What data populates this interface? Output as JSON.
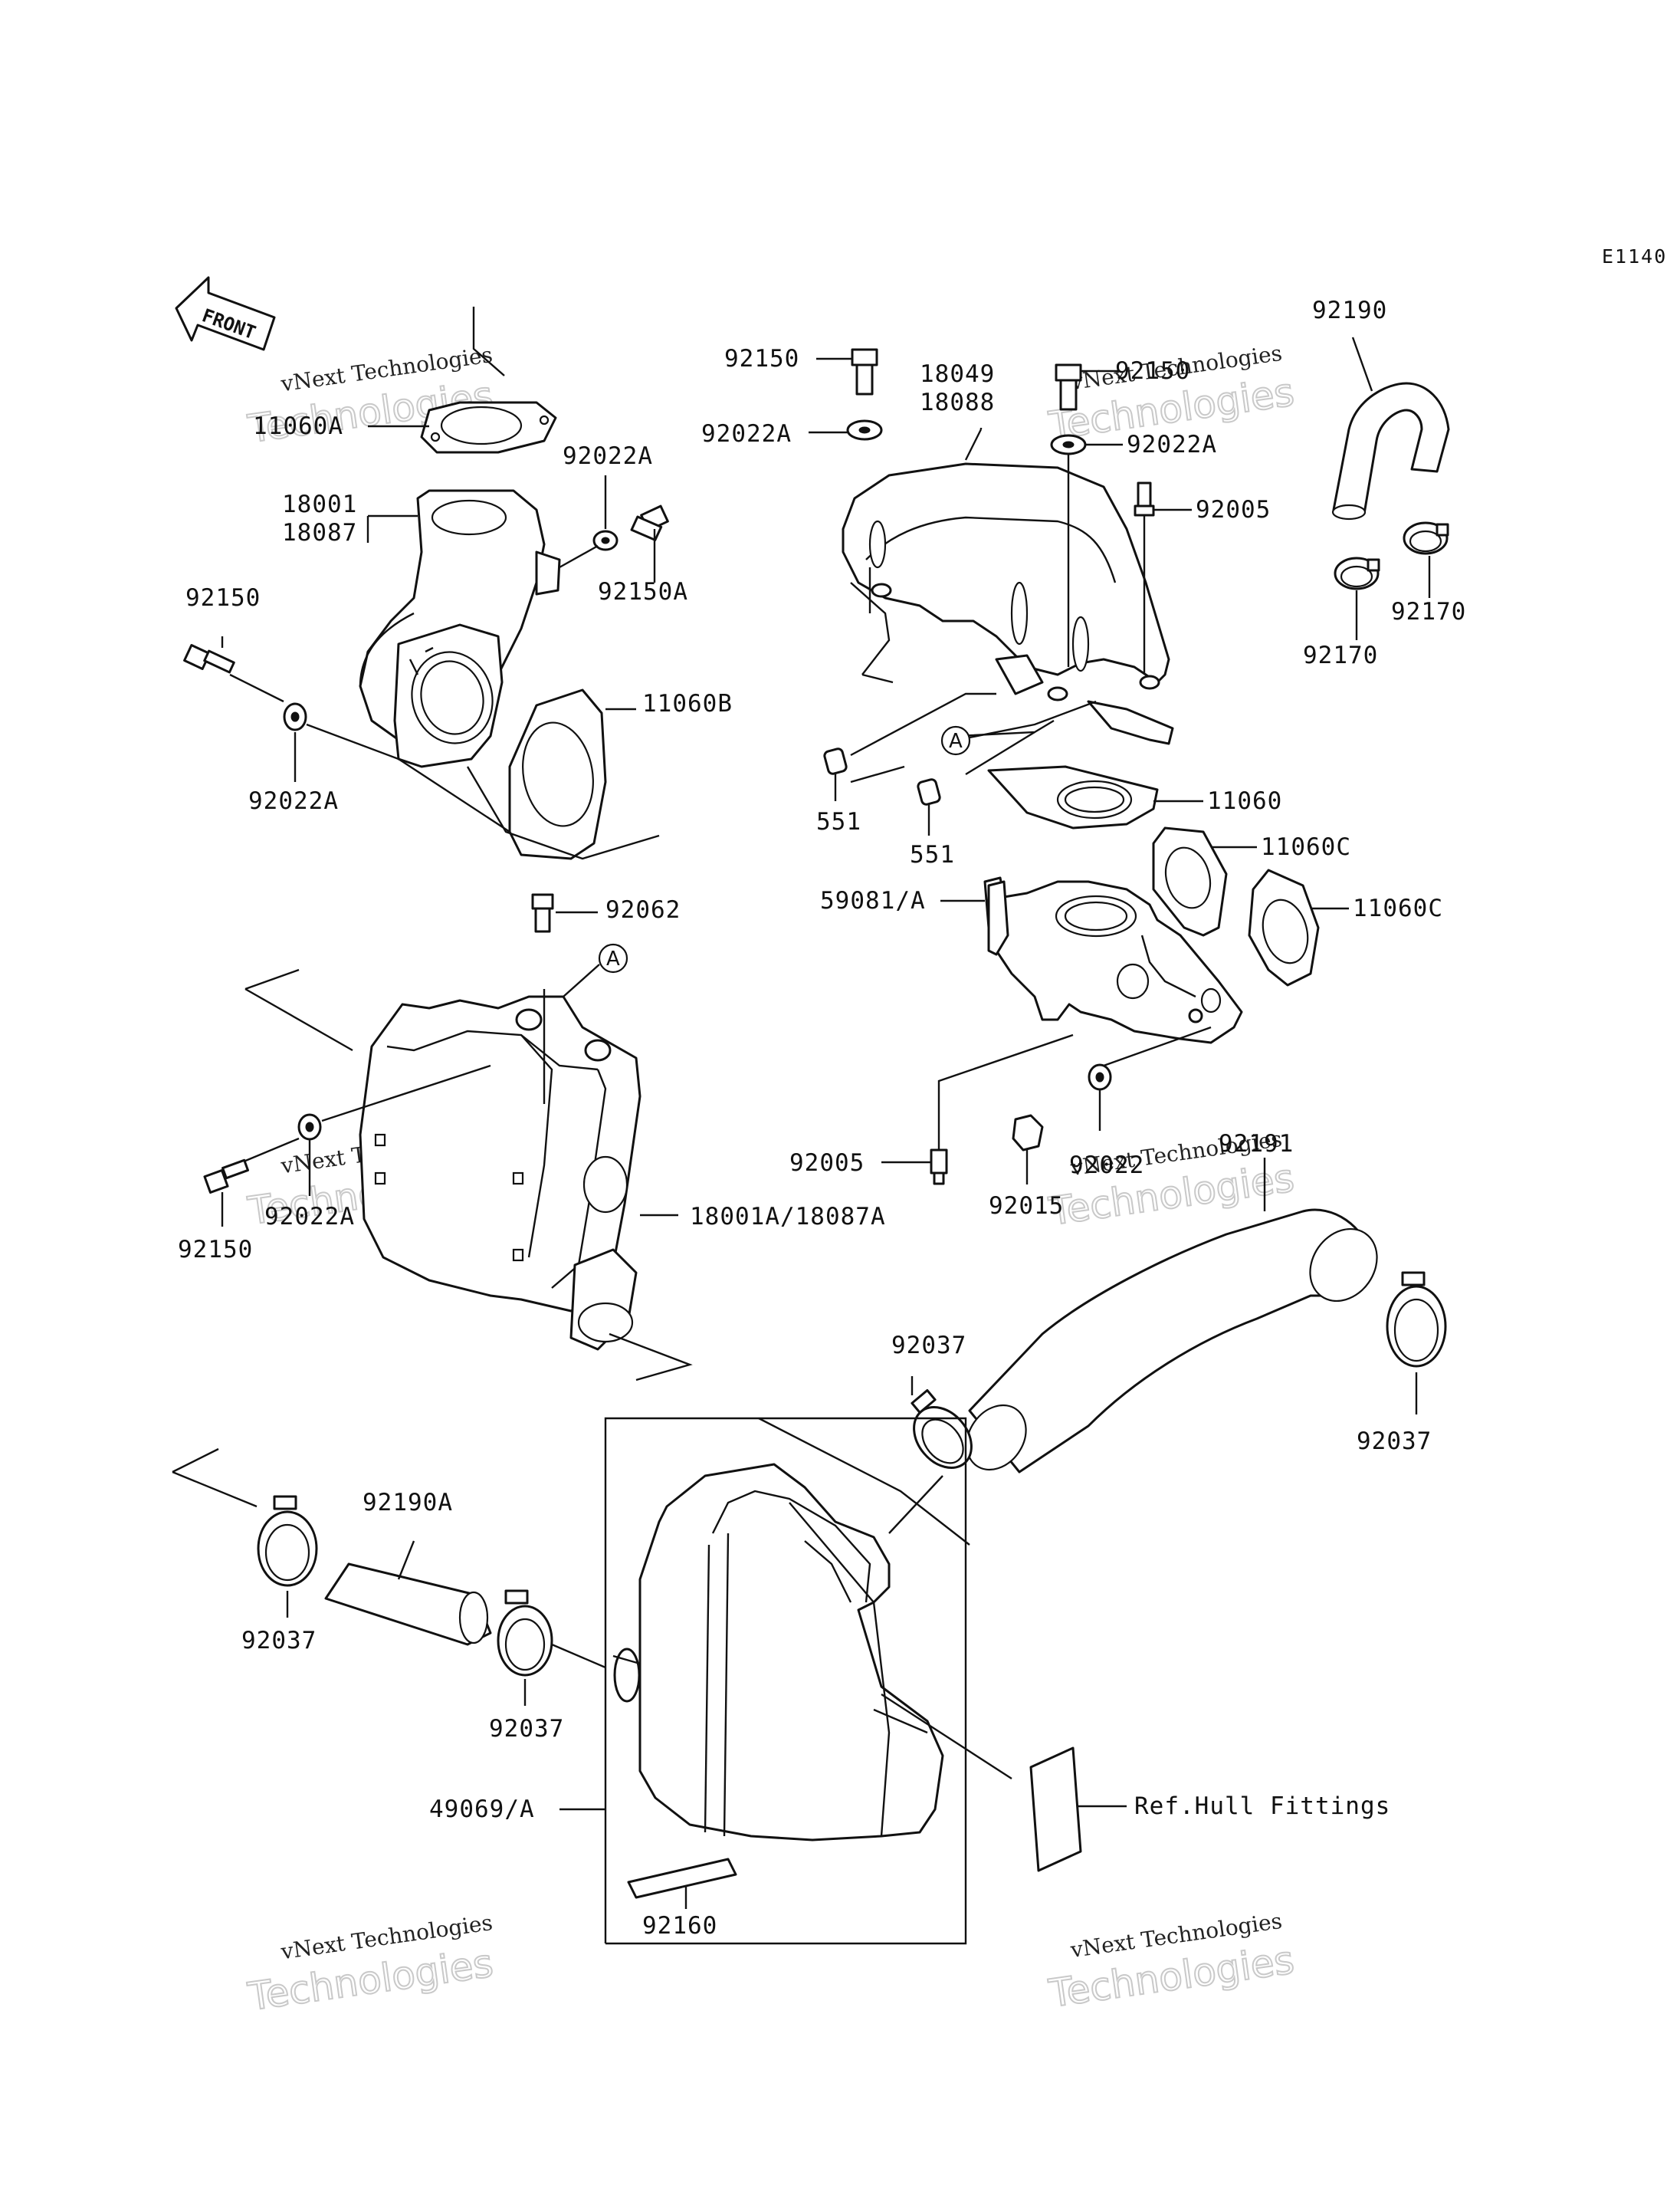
{
  "figure_code": "E1140",
  "front_label": "FRONT",
  "watermark": {
    "line1": "vNext Technologies",
    "line2": "Technologies"
  },
  "callout_letter": "A",
  "parts": {
    "p11060A": "11060A",
    "p18001": "18001",
    "p18087": "18087",
    "p92022A_tl": "92022A",
    "p92150A": "92150A",
    "p92150_l": "92150",
    "p11060B": "11060B",
    "p92022A_l": "92022A",
    "p92062": "92062",
    "p92022A_m": "92022A",
    "p92150_m": "92150",
    "p18001A": "18001A/18087A",
    "p92150_t": "92150",
    "p18049": "18049",
    "p18088": "18088",
    "p92022A_t": "92022A",
    "p92150_tr": "92150",
    "p92022A_tr": "92022A",
    "p92005_t": "92005",
    "p92190": "92190",
    "p92170_a": "92170",
    "p92170_b": "92170",
    "p551_a": "551",
    "p551_b": "551",
    "p11060": "11060",
    "p11060C_a": "11060C",
    "p11060C_b": "11060C",
    "p59081": "59081/A",
    "p92005_b": "92005",
    "p92015": "92015",
    "p92022": "92022",
    "p92191": "92191",
    "p92037_a": "92037",
    "p92037_b": "92037",
    "p92190A": "92190A",
    "p92037_c": "92037",
    "p92037_d": "92037",
    "p49069": "49069/A",
    "p92160": "92160",
    "ref_hull": "Ref.Hull Fittings"
  }
}
